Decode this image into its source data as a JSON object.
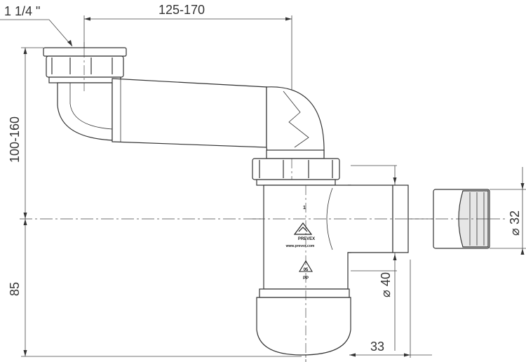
{
  "dimensions": {
    "thread": "1 1/4 \"",
    "horizontal_span": "125-170",
    "upper_height": "100-160",
    "lower_height": "85",
    "outlet_offset": "33",
    "outlet_diameter": "40",
    "cap_diameter": "32",
    "diameter_symbol": "⌀"
  },
  "body_marks": {
    "number": "1",
    "brand": "PREVEX",
    "website": "www.prevex.com",
    "recycle_code": "05",
    "material": "PP"
  },
  "colors": {
    "line": "#333333",
    "fill": "#ffffff",
    "shade": "#e6e6e6"
  }
}
